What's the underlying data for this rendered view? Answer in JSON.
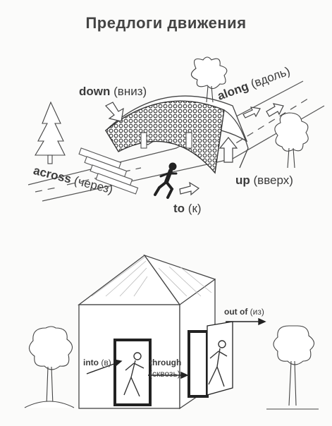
{
  "title": "Предлоги движения",
  "labels": {
    "down": {
      "en": "down",
      "ru": "(вниз)"
    },
    "along": {
      "en": "along",
      "ru": "(вдоль)"
    },
    "across": {
      "en": "across",
      "ru": "(через)"
    },
    "up": {
      "en": "up",
      "ru": "(вверх)"
    },
    "to": {
      "en": "to",
      "ru": "(к)"
    },
    "out_of": {
      "en": "out of",
      "ru": "(из)"
    },
    "into": {
      "en": "into",
      "ru": "(в)"
    },
    "through": {
      "en": "through",
      "ru": "(сквозь)"
    }
  },
  "colors": {
    "ink": "#3a3a3a",
    "paper": "#fbfbfa"
  }
}
